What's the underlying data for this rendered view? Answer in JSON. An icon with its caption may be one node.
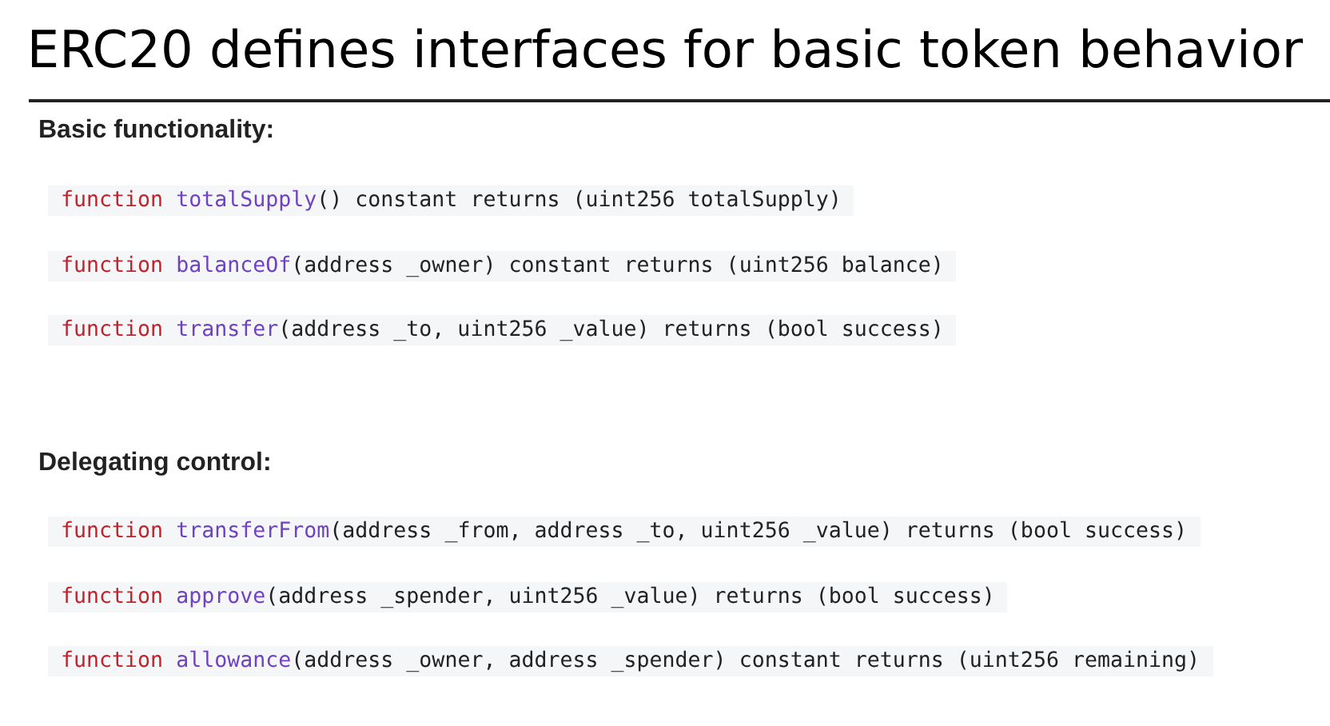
{
  "diagram": {
    "title": "ERC20 defines interfaces for basic token behavior",
    "labels": [
      "Basic functionality:",
      "function totalSupply() constant returns (uint256 totalSupply)",
      "function balanceOf(address _owner) constant returns (uint256 balance)",
      "function transfer(address _to, uint256 _value) returns (bool success)",
      "Delegating control:",
      "function transferFrom(address _from, address _to, uint256 _value) returns (bool success)",
      "function approve(address _spender, uint256 _value) returns (bool success)",
      "function allowance(address _owner, address _spender) constant returns (uint256 remaining)"
    ]
  }
}
